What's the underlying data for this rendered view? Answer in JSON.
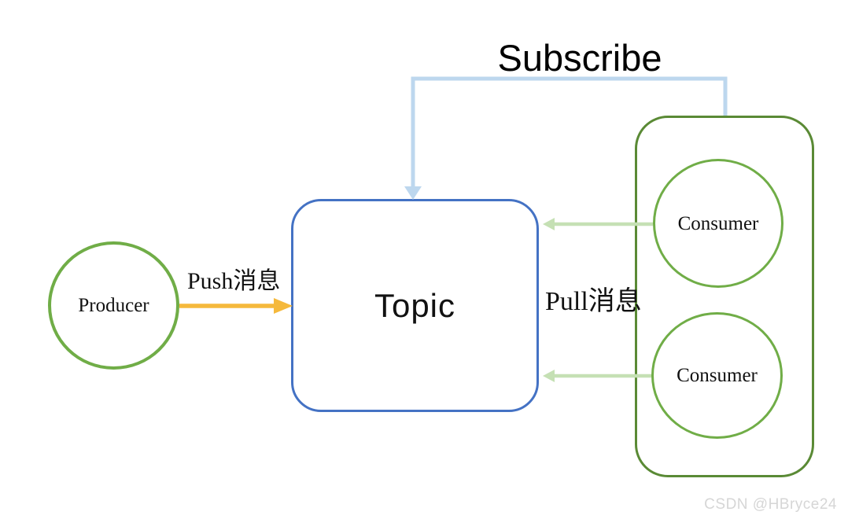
{
  "diagram": {
    "nodes": {
      "producer": {
        "label": "Producer"
      },
      "topic": {
        "label": "Topic"
      },
      "consumer_1": {
        "label": "Consumer"
      },
      "consumer_2": {
        "label": "Consumer"
      }
    },
    "edges": {
      "subscribe": {
        "label": "Subscribe",
        "from": "consumer-group",
        "to": "topic"
      },
      "push": {
        "label": "Push消息",
        "from": "producer",
        "to": "topic"
      },
      "pull": {
        "label": "Pull消息",
        "from": "consumers",
        "to": "topic"
      }
    }
  },
  "watermark": "CSDN @HBryce24",
  "colors": {
    "topic_blue": "#4472C4",
    "circle_green": "#70AD47",
    "group_green": "#5A8A35",
    "push_gold": "#F5B93C",
    "pull_light_green": "#C5E0B4",
    "subscribe_light_blue": "#BDD7EE",
    "watermark_gray": "#D6D6D6",
    "text_black": "#111111"
  }
}
